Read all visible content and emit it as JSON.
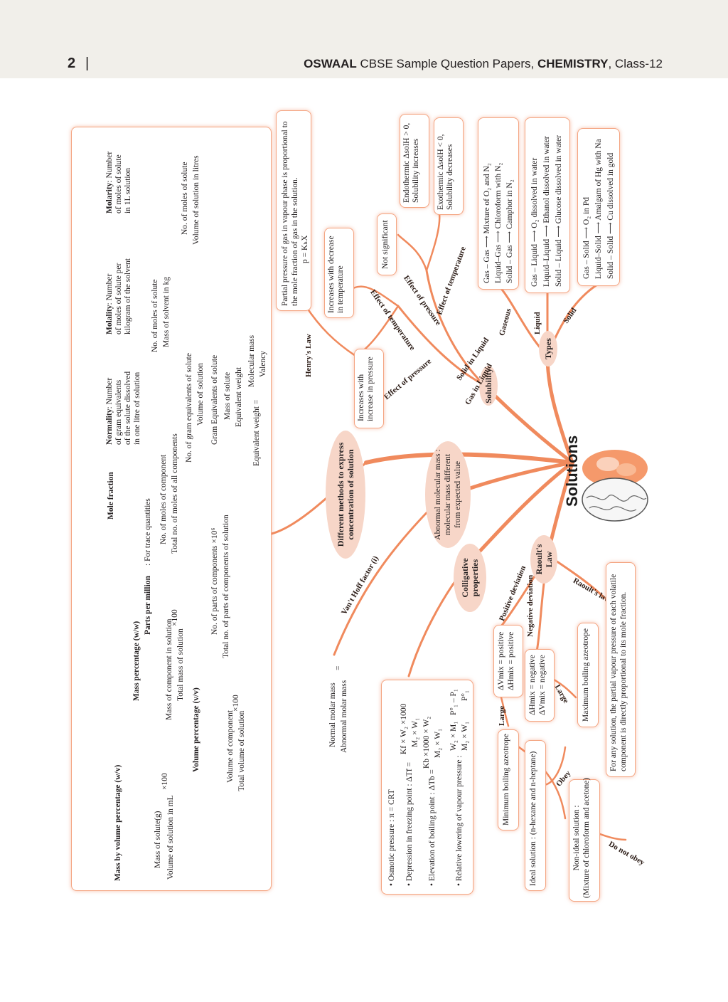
{
  "header": {
    "page_no": "2",
    "separator": "|",
    "brand": "OSWAAL",
    "title_mid": " CBSE Sample Question Papers, ",
    "subject": "CHEMISTRY",
    "title_end": ", Class-12"
  },
  "central": {
    "title": "Solutions"
  },
  "conc": {
    "branch": "Different methods to express concentration of solution",
    "mvv": {
      "title": "Mass by volume percentage (w/v)",
      "num": "Mass of solute(g)",
      "den": "Volume of solution in mL",
      "x": "×100"
    },
    "vv": {
      "title": "Volume percentage (v/v)",
      "num": "Volume of component",
      "den": "Total volume of solution",
      "x": "×100"
    },
    "ww": {
      "title": "Mass percentage (w/w)",
      "num": "Mass of component in solution",
      "den": "Total mass of solution",
      "x": "×100"
    },
    "ppm": {
      "title": "Parts per million",
      "note": ": For trace quantities",
      "num": "No. of parts of components ×10⁶",
      "den": "Total no. of parts of components of solution"
    },
    "mf": {
      "title": "Mole fraction",
      "num": "No. of moles of component",
      "den": "Total no. of moles of all components"
    },
    "norm": {
      "title": "Normality",
      "d1": ": Number",
      "d2": "of gram equivalents",
      "d3": "of the solute dissolved",
      "d4": "in one  litre of solution",
      "f1n": "No. of gram equivalents of solute",
      "f1d": "Volume of solution",
      "f2n": "Gram Equivalents of solute",
      "f3n": "Mass of solute",
      "f3d": "Equivalent weight",
      "f4l": "Equivalent weight =",
      "f4n": "Molecular mass",
      "f4d": "Valency"
    },
    "molal": {
      "title": "Molality",
      "d1": ": Number",
      "d2": "of moles of solute per",
      "d3": "kilogram of the solvent",
      "num": "No. of moles of solute",
      "den": "Mass of solvent in kg"
    },
    "molar": {
      "title": "Molarity",
      "d1": ": Number",
      "d2": "of moles of solute",
      "d3": "in 1L solution",
      "num": "No. of moles of solute",
      "den": "Volume of solution in litres"
    }
  },
  "henry": {
    "label": "Henry's Law",
    "l1": "Partial pressure of gas in vapour phase is proportional to",
    "l2": "the mole fraction of gas in the solution.",
    "l3": "p = KₕX"
  },
  "solubility": {
    "node": "Solubility",
    "gas": "Gas in Liquid",
    "solid": "Solid in Liquid",
    "eff_press": "Effect of pressure",
    "eff_temp": "Effect of temperature",
    "inc_press": [
      "Increases with",
      "increase in pressure"
    ],
    "inc_temp": [
      "Increases with decrease",
      "in temperature"
    ],
    "not_sig": "Not significant",
    "endo": [
      "Endothermic ΔsolH > 0,",
      "Solubility increases"
    ],
    "exo": [
      "Exothermic ΔsolH < 0,",
      "Solubility decreases"
    ]
  },
  "types": {
    "node": "Types",
    "gaseous": "Gaseous",
    "liquid": "Liquid",
    "solid": "Solid",
    "g": [
      "Gas – Gas ⟶ Mixture of O₂ and N₂",
      "Liquid–Gas ⟶ Chloroform with N₂",
      "Solid – Gas ⟶ Camphor in N₂"
    ],
    "l": [
      "Gas – Liquid ⟶ O₂ dissolved in water",
      "Liquid–Liquid ⟶ Ethanol dissolved in water",
      "Solid – Liquid ⟶ Glucose dissolved in water"
    ],
    "s": [
      "Gas – Solid ⟶ O₂ in Pd",
      "Liquid–Solid ⟶ Amalgam of Hg with Na",
      "Solid – Solid ⟶ Cu dissolved in gold"
    ]
  },
  "abnormal": {
    "node": [
      "Abnormal molecular mass :",
      "molecular mass different",
      "from expected value"
    ],
    "vhf": "Van't Hoff factor (i)",
    "fn": "Normal molar mass",
    "fd": "Abnormal molar mass",
    "eq": "="
  },
  "colligative": {
    "node": [
      "Colligative",
      "properties"
    ],
    "osm": "• Osmotic pressure : π = CRT",
    "frz": "• Depression in freezing point : ΔTf =",
    "frz_n": "Kf × W₂ ×1000",
    "frz_d": "M₂ × W₁",
    "boil": "• Elevation of boiling point : ΔTb =",
    "boil_n": "Kb ×1000 × W₂",
    "boil_d": "M₂ × W₁",
    "rlvp": "• Relative lowering of vapour pressure :",
    "rlvp_n1": "W₂ × M₁",
    "rlvp_d1": "M₂ × W₁",
    "rlvp_n2": "P°₁ – P₁",
    "rlvp_d2": "P°₁"
  },
  "raoult": {
    "node": [
      "Raoult's",
      "Law"
    ],
    "pos": "Positive deviation",
    "neg": "Negative deviation",
    "law": "Raoult's law",
    "pos_box": [
      "ΔVmix = positive",
      "ΔHmix = positive"
    ],
    "neg_box": [
      "ΔHmix = negative",
      "ΔVmix = negative"
    ],
    "large": "Large",
    "min_az": "Minimum boiling azeotrope",
    "max_az": "Maximum boiling azeotrope",
    "law_box": [
      "For any solution, the partial vapour pressure of each volatile",
      "component is directly proportional to its mole fraction."
    ],
    "obey": "Obey",
    "not_obey": "Do not obey",
    "ideal": "Ideal solution : (n-hexane and n-heptane)",
    "nonideal": [
      "Non-ideal solution :",
      "(Mixture of chloroform and acetone)"
    ]
  }
}
